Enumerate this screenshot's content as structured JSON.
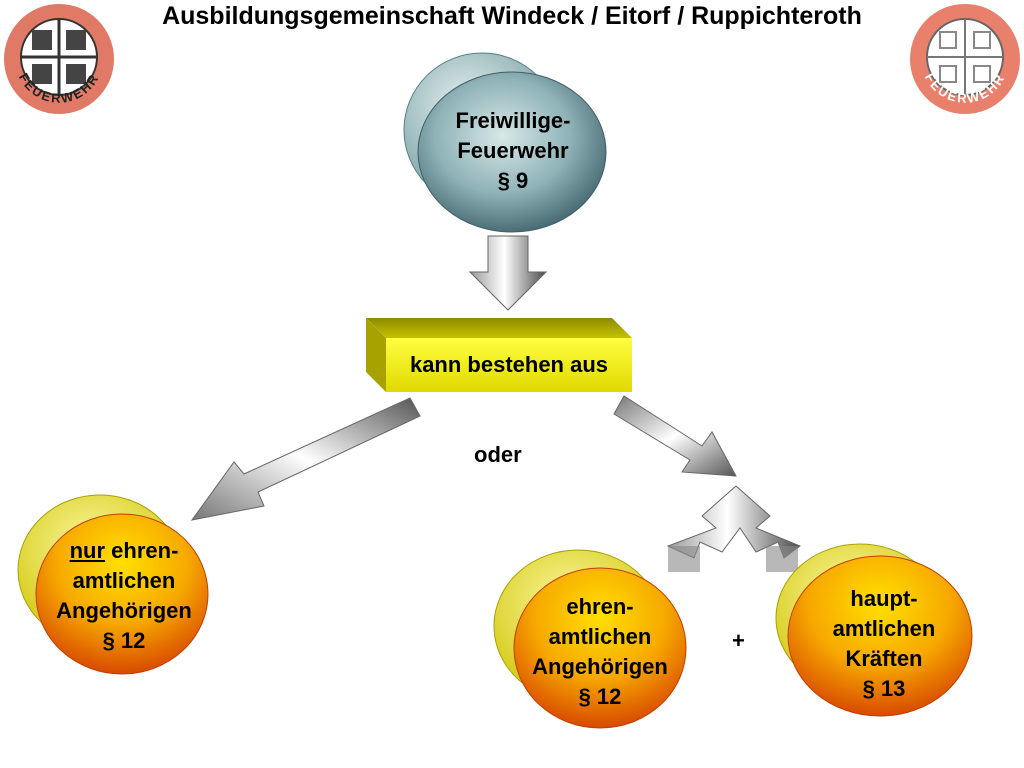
{
  "header": {
    "title": "Ausbildungsgemeinschaft Windeck / Eitorf / Ruppichteroth"
  },
  "logos": {
    "left_text": "FEUERWEHR",
    "right_text": "FEUERWEHR"
  },
  "nodes": {
    "top": {
      "line1": "Freiwillige-",
      "line2": "Feuerwehr",
      "line3": "§ 9"
    },
    "middle": {
      "label": "kann bestehen aus"
    },
    "left": {
      "emph": "nur",
      "line1_rest": " ehren-",
      "line2": "amtlichen",
      "line3": "Angehörigen",
      "line4": "§ 12"
    },
    "bottom_mid": {
      "line1": "ehren-",
      "line2": "amtlichen",
      "line3": "Angehörigen",
      "line4": "§ 12"
    },
    "bottom_right": {
      "line1": "haupt-",
      "line2": "amtlichen",
      "line3": "Kräften",
      "line4": "§ 13"
    }
  },
  "labels": {
    "oder": "oder",
    "plus": "+"
  },
  "colors": {
    "top_circle": "#8fb3b8",
    "box": "#f2ee00",
    "orange_circle": "#f08a00",
    "logo": "#e07060"
  }
}
